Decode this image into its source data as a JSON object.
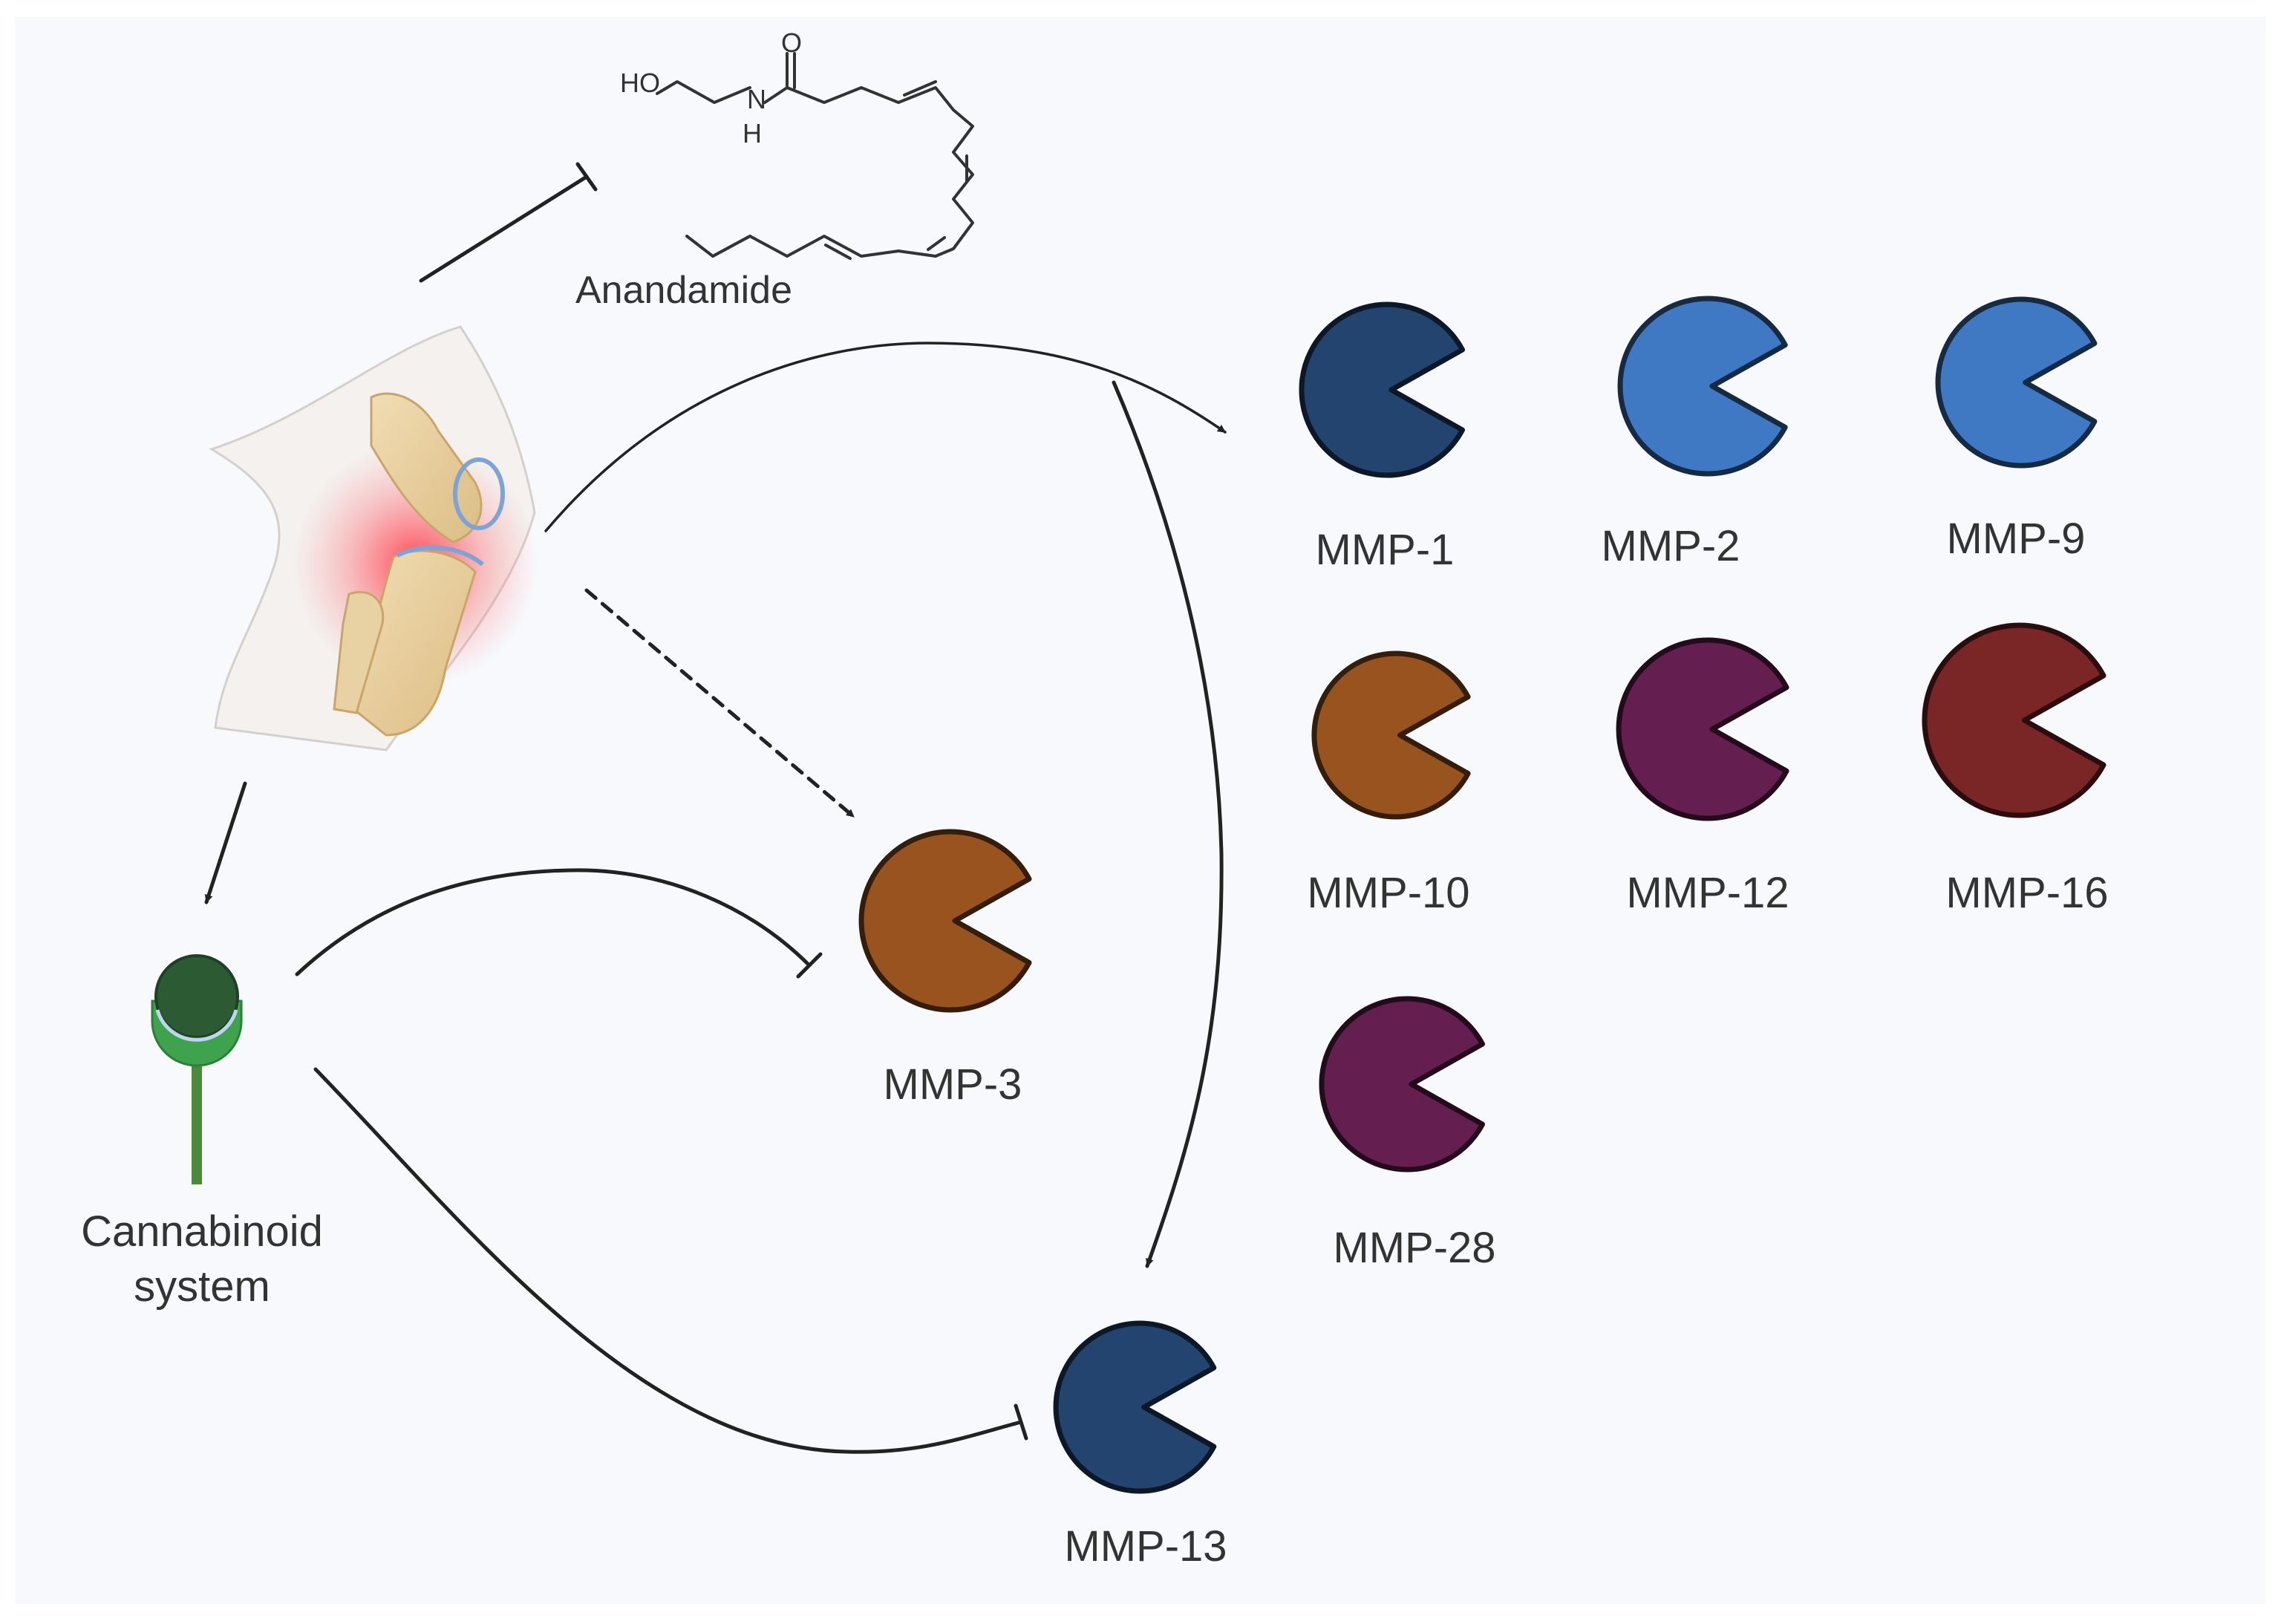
{
  "diagram": {
    "background_color": "#f7f9fc",
    "anandamide": {
      "label": "Anandamide",
      "atoms": {
        "hydroxyl": "HO",
        "nitrogen": "N",
        "hydrogen": "H",
        "oxygen": "O"
      }
    },
    "cannabinoid": {
      "label_line1": "Cannabinoid",
      "label_line2": "system"
    },
    "knee": {
      "icon": "inflamed-knee-joint-icon"
    },
    "enzymes": [
      {
        "id": "mmp-1",
        "label": "MMP-1",
        "color": "#23446f"
      },
      {
        "id": "mmp-2",
        "label": "MMP-2",
        "color": "#3f78c3"
      },
      {
        "id": "mmp-9",
        "label": "MMP-9",
        "color": "#3f78c3"
      },
      {
        "id": "mmp-10",
        "label": "MMP-10",
        "color": "#98531e"
      },
      {
        "id": "mmp-12",
        "label": "MMP-12",
        "color": "#651e50"
      },
      {
        "id": "mmp-16",
        "label": "MMP-16",
        "color": "#7a2526"
      },
      {
        "id": "mmp-28",
        "label": "MMP-28",
        "color": "#651e50"
      },
      {
        "id": "mmp-3",
        "label": "MMP-3",
        "color": "#98531e"
      },
      {
        "id": "mmp-13",
        "label": "MMP-13",
        "color": "#23446f"
      }
    ],
    "relations": [
      {
        "from": "knee",
        "to": "anandamide",
        "type": "inhibition"
      },
      {
        "from": "knee",
        "to": "mmp-group",
        "type": "activation"
      },
      {
        "from": "knee",
        "to": "mmp-3",
        "type": "activation-dashed"
      },
      {
        "from": "knee",
        "to": "cannabinoid",
        "type": "activation"
      },
      {
        "from": "mmp-group",
        "to": "mmp-13",
        "type": "activation"
      },
      {
        "from": "cannabinoid",
        "to": "mmp-3",
        "type": "inhibition"
      },
      {
        "from": "cannabinoid",
        "to": "mmp-13",
        "type": "inhibition"
      }
    ]
  }
}
